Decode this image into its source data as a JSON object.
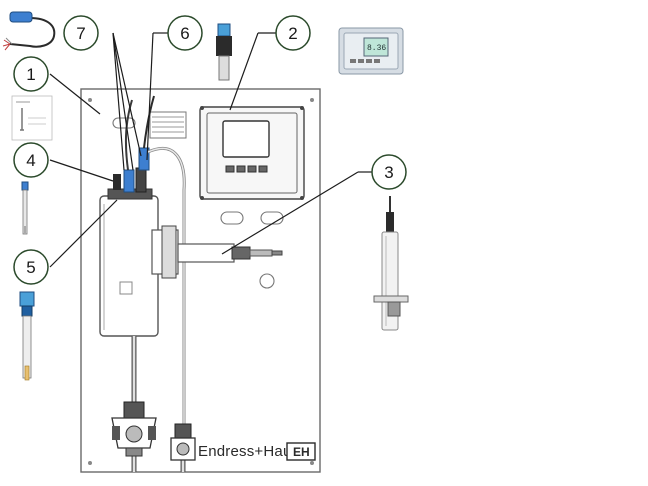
{
  "callouts": [
    {
      "id": "c1",
      "label": "1"
    },
    {
      "id": "c2",
      "label": "2"
    },
    {
      "id": "c3",
      "label": "3"
    },
    {
      "id": "c4",
      "label": "4"
    },
    {
      "id": "c5",
      "label": "5"
    },
    {
      "id": "c6",
      "label": "6"
    },
    {
      "id": "c7",
      "label": "7"
    }
  ],
  "panel": {
    "brand_text": "Endress+Hauser",
    "brand_logo": "EH"
  },
  "transmitter_photo": {
    "display_value": "8.36"
  },
  "colors": {
    "callout_stroke": "#2b4a2b",
    "leader_line": "#1c1c1c",
    "panel_stroke": "#555555",
    "sensor_blue": "#3d7fd0",
    "device_blue": "#4aa0d8"
  }
}
